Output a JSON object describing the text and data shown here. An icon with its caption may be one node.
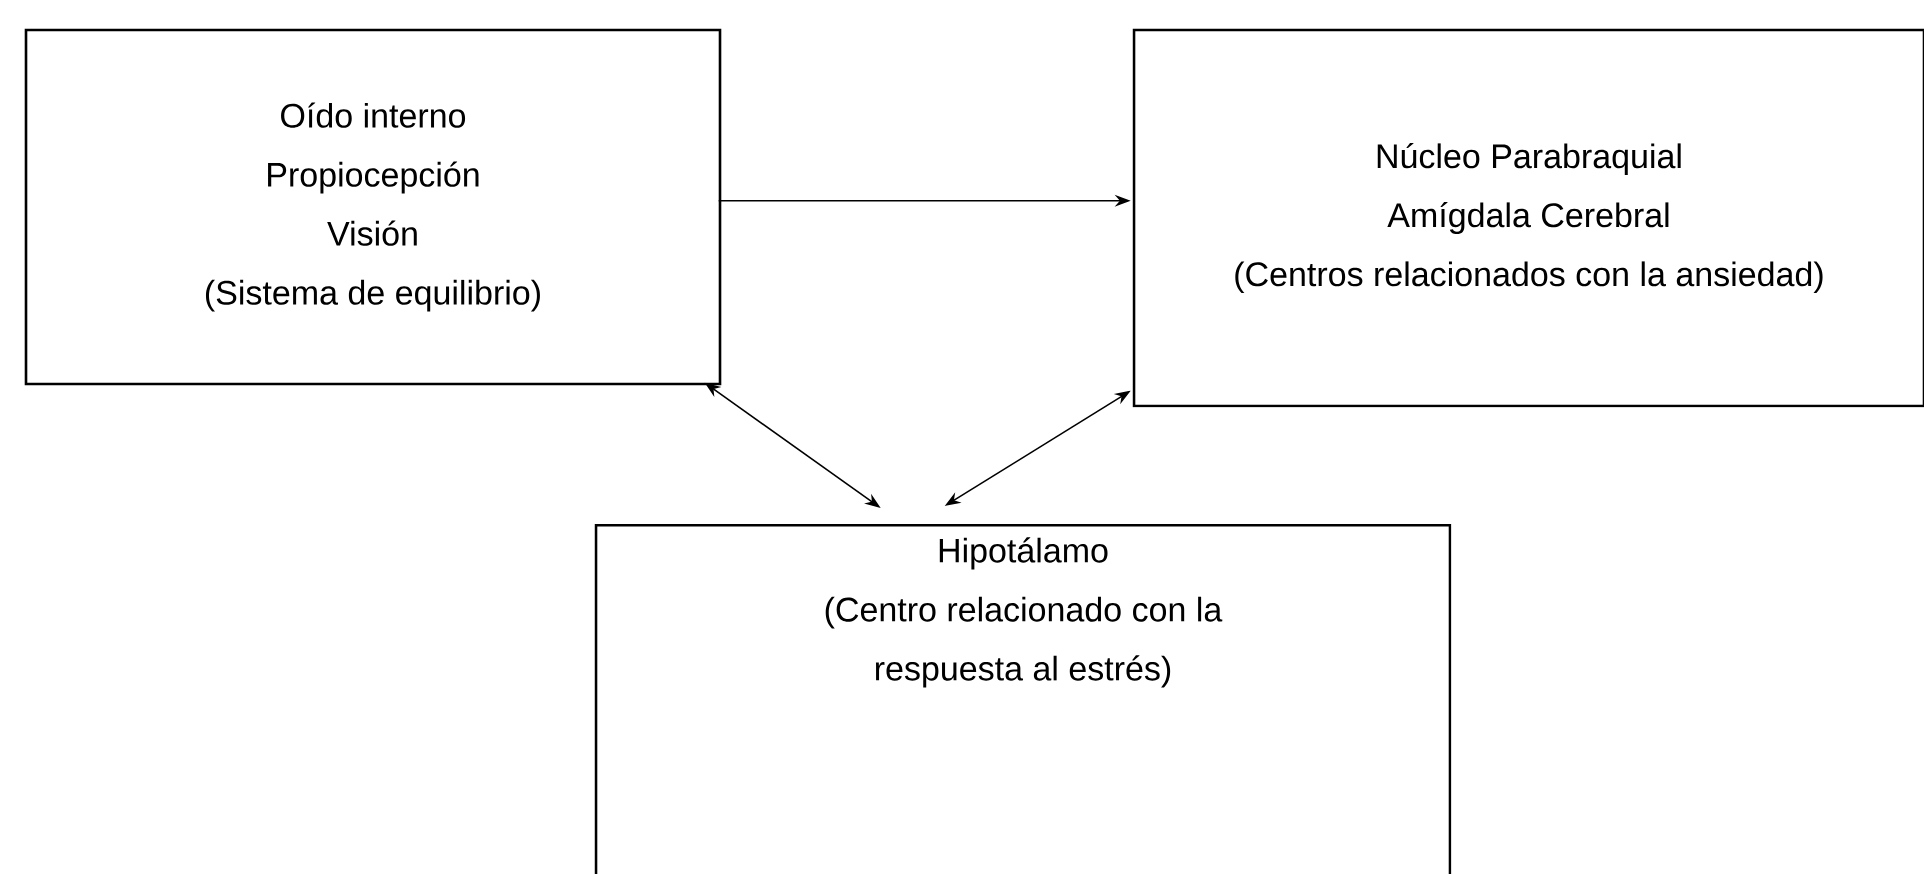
{
  "diagram": {
    "nodes": [
      {
        "text": [
          "Oído interno",
          "Propiocepción",
          "Visión",
          "(Sistema de equilibrio)"
        ]
      },
      {
        "text": [
          "Núcleo Parabraquial",
          "Amígdala Cerebral",
          "(Centros relacionados con la ansiedad)"
        ]
      },
      {
        "text": [
          "Hipotálamo",
          "(Centro relacionado con la respuesta al estrés)"
        ]
      }
    ],
    "edges": [
      {
        "from": 0,
        "to": 1,
        "arrow": "to"
      },
      {
        "from": 0,
        "to": 2,
        "arrow": "both"
      },
      {
        "from": 1,
        "to": 2,
        "arrow": "both"
      }
    ]
  }
}
